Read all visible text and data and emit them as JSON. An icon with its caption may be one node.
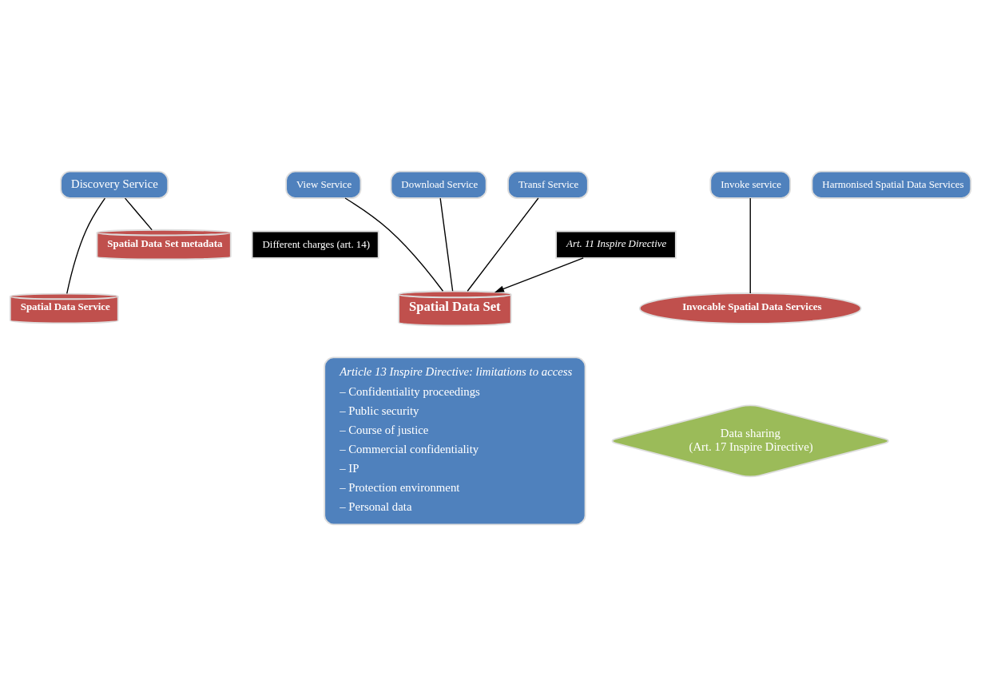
{
  "diagram": {
    "nodes": [
      {
        "text": [
          "Discovery Service"
        ]
      },
      {
        "text": [
          "View Service"
        ]
      },
      {
        "text": [
          "Download Service"
        ]
      },
      {
        "text": [
          "Transf Service"
        ]
      },
      {
        "text": [
          "Invoke service"
        ]
      },
      {
        "text": [
          "Harmonised Spatial Data Services"
        ]
      },
      {
        "text": [
          "Different charges (art. 14)"
        ]
      },
      {
        "text": [
          "Spatial Data Service"
        ]
      },
      {
        "text": [
          "Spatial Data Set metadata"
        ]
      },
      {
        "text": [
          "Spatial Data Set"
        ]
      },
      {
        "text": [
          "Invocable Spatial Data Services"
        ]
      },
      {
        "text": [
          "Art. 11 Inspire Directive"
        ]
      },
      {
        "text": [
          "Article 13 Inspire Directive: limitations to access",
          "– Confidentiality proceedings",
          "– Public security",
          "– Course of justice",
          "– Commercial confidentiality",
          "– IP",
          "– Protection environment",
          "– Personal data"
        ]
      },
      {
        "text": [
          "Data sharing",
          "(Art. 17 Inspire Directive)"
        ]
      }
    ],
    "edges": [
      {
        "from": 0,
        "to": 7,
        "arrow": "none"
      },
      {
        "from": 0,
        "to": 8,
        "arrow": "none"
      },
      {
        "from": 1,
        "to": 9,
        "arrow": "none"
      },
      {
        "from": 2,
        "to": 9,
        "arrow": "none"
      },
      {
        "from": 3,
        "to": 9,
        "arrow": "none"
      },
      {
        "from": 4,
        "to": 10,
        "arrow": "none"
      },
      {
        "from": 11,
        "to": 9,
        "arrow": "to"
      }
    ]
  }
}
